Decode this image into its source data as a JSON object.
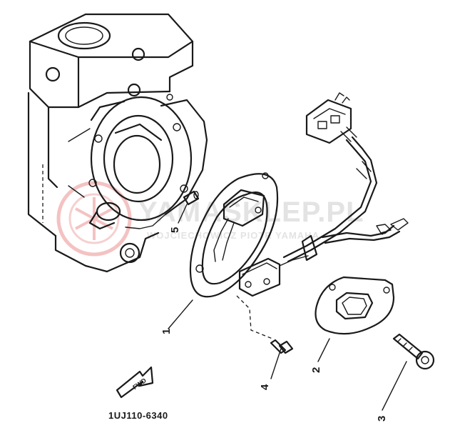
{
  "diagram": {
    "callouts": {
      "c1": "1",
      "c2": "2",
      "c3": "3",
      "c4": "4",
      "c5": "5"
    },
    "fwd_label": "FWD",
    "part_code": "1UJ110-6340"
  },
  "watermark": {
    "main": "YAMASKLEP.PL",
    "sub": "WOJCIECHOWICZ PIOTR YAMAHA"
  }
}
